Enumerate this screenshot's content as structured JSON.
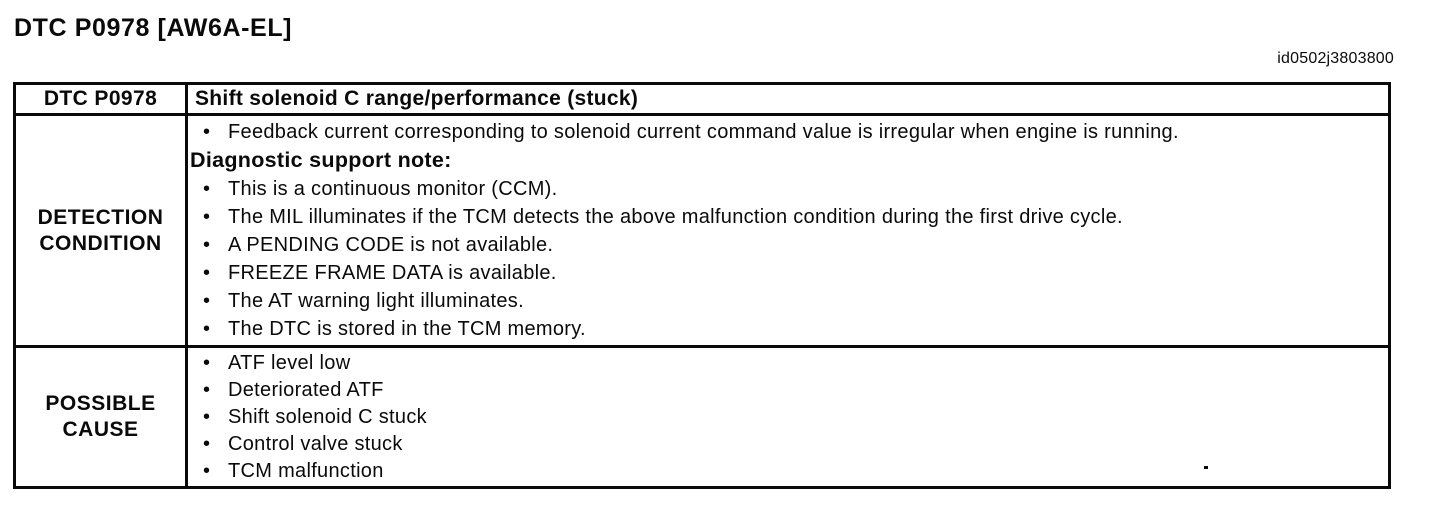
{
  "page": {
    "title": "DTC P0978 [AW6A-EL]",
    "doc_ref": "id0502j3803800"
  },
  "table": {
    "header": {
      "code": "DTC P0978",
      "description": "Shift solenoid C range/performance (stuck)"
    },
    "detection_condition": {
      "label": "DETECTION CONDITION",
      "intro_bullet": "Feedback current corresponding to solenoid current command value is irregular when engine is running.",
      "note_heading": "Diagnostic support note:",
      "note_bullets": [
        "This is a continuous monitor (CCM).",
        "The MIL illuminates if the TCM detects the above malfunction condition during the first drive cycle.",
        "A PENDING CODE is not available.",
        "FREEZE FRAME DATA is available.",
        "The AT warning light illuminates.",
        "The DTC is stored in the TCM memory."
      ]
    },
    "possible_cause": {
      "label": "POSSIBLE CAUSE",
      "bullets": [
        "ATF level low",
        "Deteriorated ATF",
        "Shift solenoid C stuck",
        "Control valve stuck",
        "TCM malfunction"
      ]
    }
  },
  "colors": {
    "ink": "#0a0a0a",
    "paper": "#ffffff"
  }
}
